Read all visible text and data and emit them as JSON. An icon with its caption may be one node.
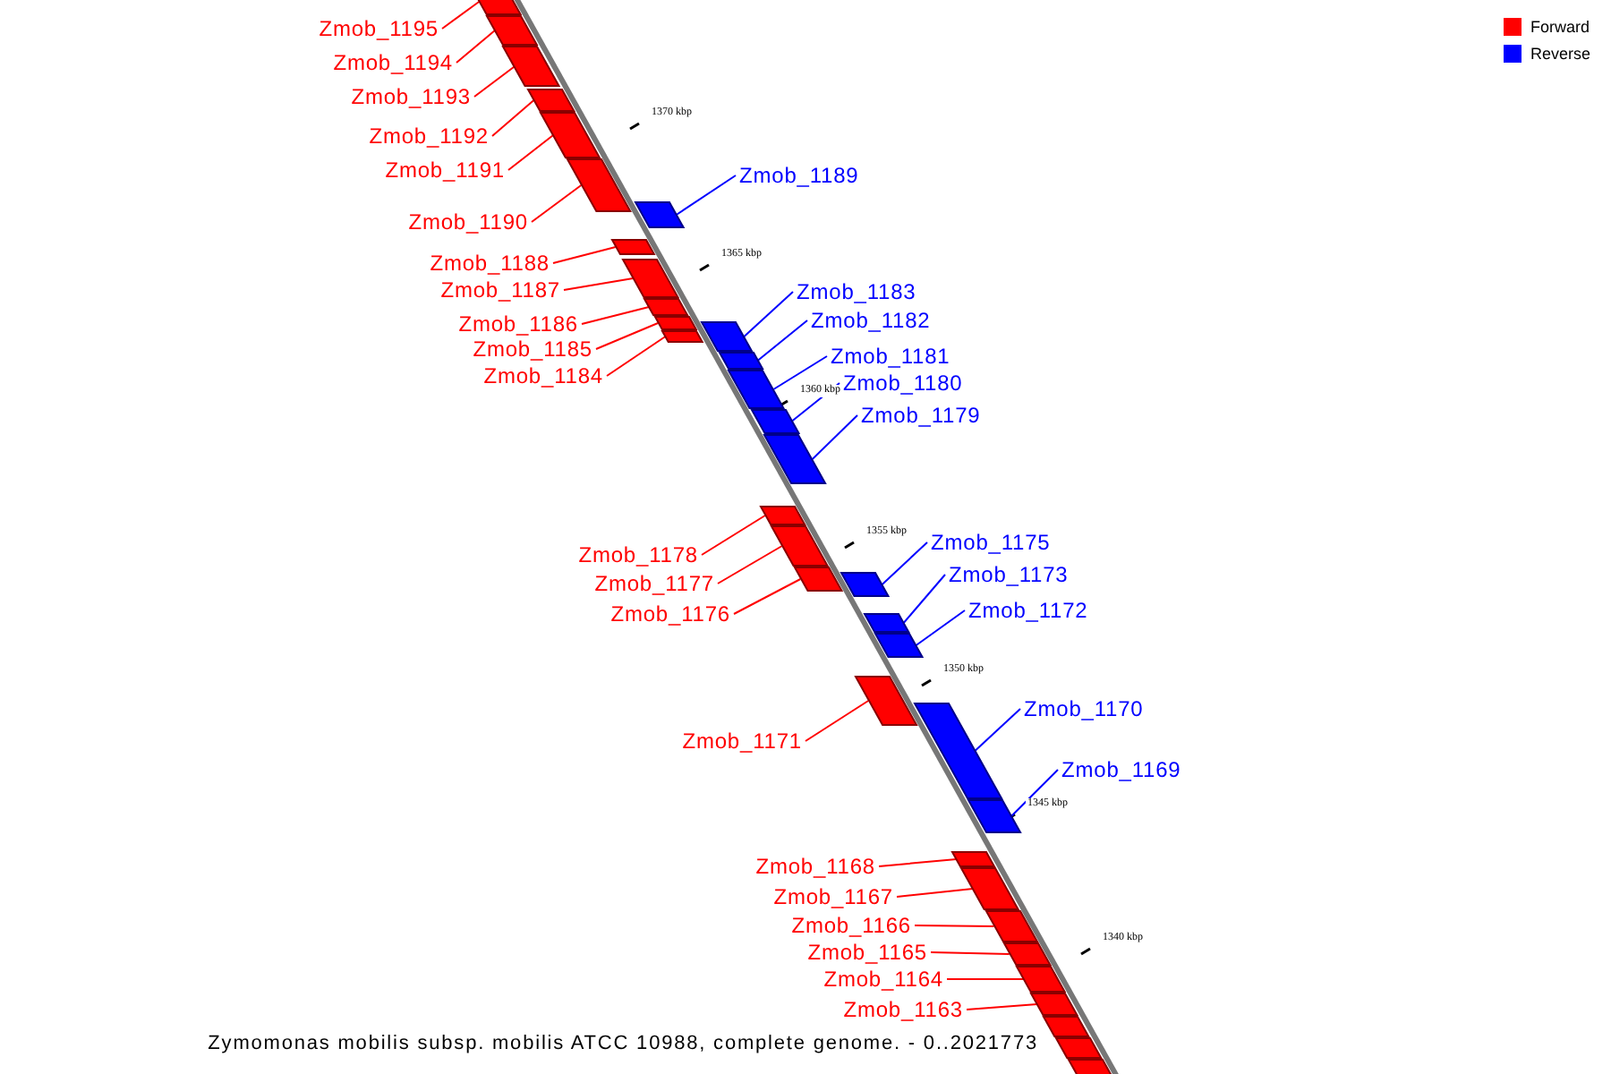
{
  "diagram": {
    "caption": "Zymomonas mobilis subsp. mobilis ATCC 10988, complete genome. - 0..2021773",
    "nodes": [
      {
        "text": [
          "Zmob_1195"
        ]
      },
      {
        "text": [
          "Zmob_1194"
        ]
      },
      {
        "text": [
          "Zmob_1193"
        ]
      },
      {
        "text": [
          "Zmob_1192"
        ]
      },
      {
        "text": [
          "Zmob_1191"
        ]
      },
      {
        "text": [
          "Zmob_1189"
        ]
      },
      {
        "text": [
          "Zmob_1190"
        ]
      },
      {
        "text": [
          "Zmob_1188"
        ]
      },
      {
        "text": [
          "Zmob_1187"
        ]
      },
      {
        "text": [
          "Zmob_1183"
        ]
      },
      {
        "text": [
          "Zmob_1182"
        ]
      },
      {
        "text": [
          "Zmob_1186"
        ]
      },
      {
        "text": [
          "Zmob_1185"
        ]
      },
      {
        "text": [
          "Zmob_1181"
        ]
      },
      {
        "text": [
          "Zmob_1184"
        ]
      },
      {
        "text": [
          "Zmob_1180"
        ]
      },
      {
        "text": [
          "Zmob_1179"
        ]
      },
      {
        "text": [
          "Zmob_1175"
        ]
      },
      {
        "text": [
          "Zmob_1178"
        ]
      },
      {
        "text": [
          "Zmob_1173"
        ]
      },
      {
        "text": [
          "Zmob_1177"
        ]
      },
      {
        "text": [
          "Zmob_1172"
        ]
      },
      {
        "text": [
          "Zmob_1176"
        ]
      },
      {
        "text": [
          "Zmob_1170"
        ]
      },
      {
        "text": [
          "Zmob_1171"
        ]
      },
      {
        "text": [
          "Zmob_1169"
        ]
      },
      {
        "text": [
          "Zmob_1168"
        ]
      },
      {
        "text": [
          "Zmob_1167"
        ]
      },
      {
        "text": [
          "Zmob_1166"
        ]
      },
      {
        "text": [
          "Zmob_1165"
        ]
      },
      {
        "text": [
          "Zmob_1164"
        ]
      },
      {
        "text": [
          "Zmob_1163"
        ]
      },
      {
        "text": [],
        "shape": "bar"
      },
      {
        "text": [],
        "shape": "bar"
      },
      {
        "text": [],
        "shape": "bar"
      },
      {
        "text": [],
        "shape": "bar"
      },
      {
        "text": [],
        "shape": "bar"
      },
      {
        "text": [],
        "shape": "bar"
      },
      {
        "text": [],
        "shape": "bar"
      },
      {
        "text": [],
        "shape": "bar"
      },
      {
        "text": [],
        "shape": "bar"
      },
      {
        "text": [],
        "shape": "bar"
      },
      {
        "text": [],
        "shape": "bar"
      },
      {
        "text": [],
        "shape": "bar"
      },
      {
        "text": [],
        "shape": "bar"
      },
      {
        "text": [],
        "shape": "bar"
      },
      {
        "text": [],
        "shape": "bar"
      },
      {
        "text": [],
        "shape": "bar"
      },
      {
        "text": [],
        "shape": "bar"
      },
      {
        "text": [],
        "shape": "bar"
      },
      {
        "text": [],
        "shape": "bar"
      },
      {
        "text": [],
        "shape": "bar"
      },
      {
        "text": [],
        "shape": "bar"
      },
      {
        "text": [],
        "shape": "bar"
      },
      {
        "text": [],
        "shape": "bar"
      },
      {
        "text": [],
        "shape": "bar"
      },
      {
        "text": [],
        "shape": "bar"
      },
      {
        "text": [],
        "shape": "bar"
      },
      {
        "text": [],
        "shape": "bar"
      },
      {
        "text": [],
        "shape": "bar"
      },
      {
        "text": [],
        "shape": "bar"
      },
      {
        "text": [],
        "shape": "bar"
      },
      {
        "text": [],
        "shape": "bar"
      },
      {
        "text": [],
        "shape": "bar"
      },
      {
        "text": [],
        "shape": "bar"
      },
      {
        "text": [],
        "shape": "bar"
      },
      {
        "text": [],
        "shape": "bar"
      }
    ],
    "edges": [
      {
        "from": 0,
        "to": 32,
        "arrow": "none"
      },
      {
        "from": 1,
        "to": 33,
        "arrow": "none"
      },
      {
        "from": 2,
        "to": 34,
        "arrow": "none"
      },
      {
        "from": 3,
        "to": 35,
        "arrow": "none"
      },
      {
        "from": 4,
        "to": 36,
        "arrow": "none"
      },
      {
        "from": 5,
        "to": 38,
        "arrow": "none",
        "color": "#0000ff"
      },
      {
        "from": 6,
        "to": 37,
        "arrow": "none"
      },
      {
        "from": 7,
        "to": 39,
        "arrow": "none"
      },
      {
        "from": 8,
        "to": 40,
        "arrow": "none"
      },
      {
        "from": 9,
        "to": 43,
        "arrow": "none",
        "color": "#0000ff"
      },
      {
        "from": 10,
        "to": 45,
        "arrow": "none",
        "color": "#0000ff"
      },
      {
        "from": 11,
        "to": 41,
        "arrow": "none"
      },
      {
        "from": 12,
        "to": 42,
        "arrow": "none"
      },
      {
        "from": 13,
        "to": 46,
        "arrow": "none",
        "color": "#0000ff"
      },
      {
        "from": 14,
        "to": 44,
        "arrow": "none"
      },
      {
        "from": 15,
        "to": 47,
        "arrow": "none",
        "color": "#0000ff"
      },
      {
        "from": 16,
        "to": 48,
        "arrow": "none",
        "color": "#0000ff"
      },
      {
        "from": 17,
        "to": 52,
        "arrow": "none",
        "color": "#0000ff"
      },
      {
        "from": 18,
        "to": 49,
        "arrow": "none"
      },
      {
        "from": 19,
        "to": 53,
        "arrow": "none",
        "color": "#0000ff"
      },
      {
        "from": 20,
        "to": 50,
        "arrow": "none"
      },
      {
        "from": 21,
        "to": 54,
        "arrow": "none",
        "color": "#0000ff"
      },
      {
        "from": 22,
        "to": 51,
        "arrow": "none"
      },
      {
        "from": 23,
        "to": 56,
        "arrow": "none",
        "color": "#0000ff"
      },
      {
        "from": 24,
        "to": 55,
        "arrow": "none"
      },
      {
        "from": 25,
        "to": 57,
        "arrow": "none",
        "color": "#0000ff"
      },
      {
        "from": 26,
        "to": 58,
        "arrow": "none"
      },
      {
        "from": 27,
        "to": 59,
        "arrow": "none"
      },
      {
        "from": 28,
        "to": 60,
        "arrow": "none"
      },
      {
        "from": 29,
        "to": 61,
        "arrow": "none"
      },
      {
        "from": 30,
        "to": 62,
        "arrow": "none"
      },
      {
        "from": 31,
        "to": 63,
        "arrow": "none"
      }
    ],
    "labels": [
      "1370 kbp",
      "1365 kbp",
      "1360 kbp",
      "1355 kbp",
      "1350 kbp",
      "1345 kbp",
      "1340 kbp"
    ],
    "legend": [
      {
        "text": "Forward",
        "color": "#ff0000"
      },
      {
        "text": "Reverse",
        "color": "#0000ff"
      }
    ]
  }
}
